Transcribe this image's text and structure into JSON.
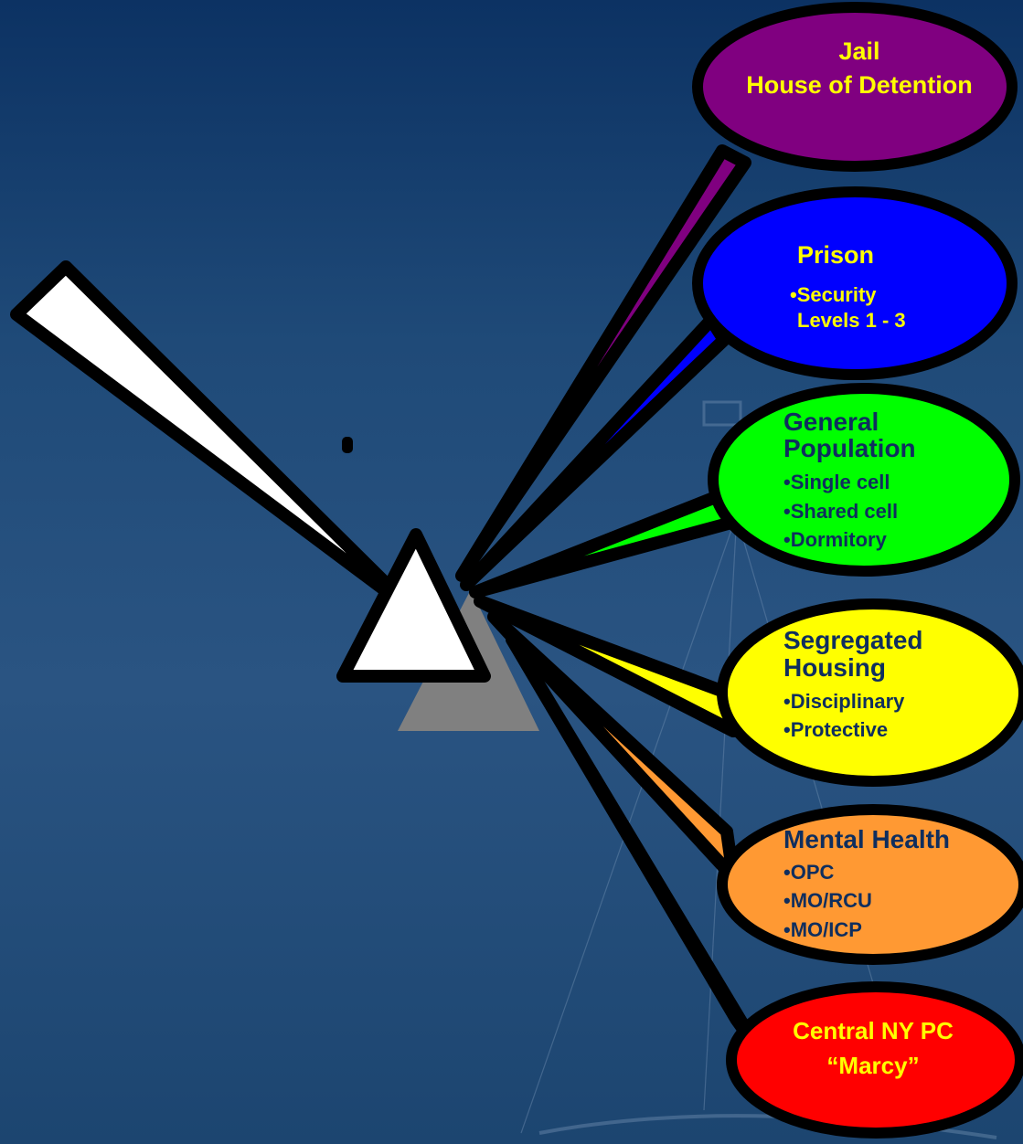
{
  "colors": {
    "background": "#1f4a78",
    "outline": "#000000",
    "jail": "#800080",
    "prison": "#0000ff",
    "general": "#00ff00",
    "segregated": "#ffff00",
    "mental": "#ff9933",
    "central": "#ff0000",
    "yellow_text": "#ffff00",
    "navy_text": "#0f2e5e"
  },
  "nodes": [
    {
      "id": "jail",
      "title": "Jail\nHouse of Detention",
      "items": []
    },
    {
      "id": "prison",
      "title": "Prison",
      "items": [
        "•Security\nLevels 1 - 3"
      ]
    },
    {
      "id": "general",
      "title": "General\nPopulation",
      "items": [
        "•Single cell",
        "•Shared cell",
        "•Dormitory"
      ]
    },
    {
      "id": "segregated",
      "title": "Segregated\nHousing",
      "items": [
        "•Disciplinary",
        "•Protective"
      ]
    },
    {
      "id": "mental",
      "title": "Mental Health",
      "items": [
        "•OPC",
        "•MO/RCU",
        "•MO/ICP"
      ]
    },
    {
      "id": "central",
      "title": "Central NY PC\n“Marcy”",
      "items": []
    }
  ],
  "icons": {
    "incoming_arrow": "white-wedge-arrow-icon",
    "prism": "triangle-prism-icon"
  }
}
